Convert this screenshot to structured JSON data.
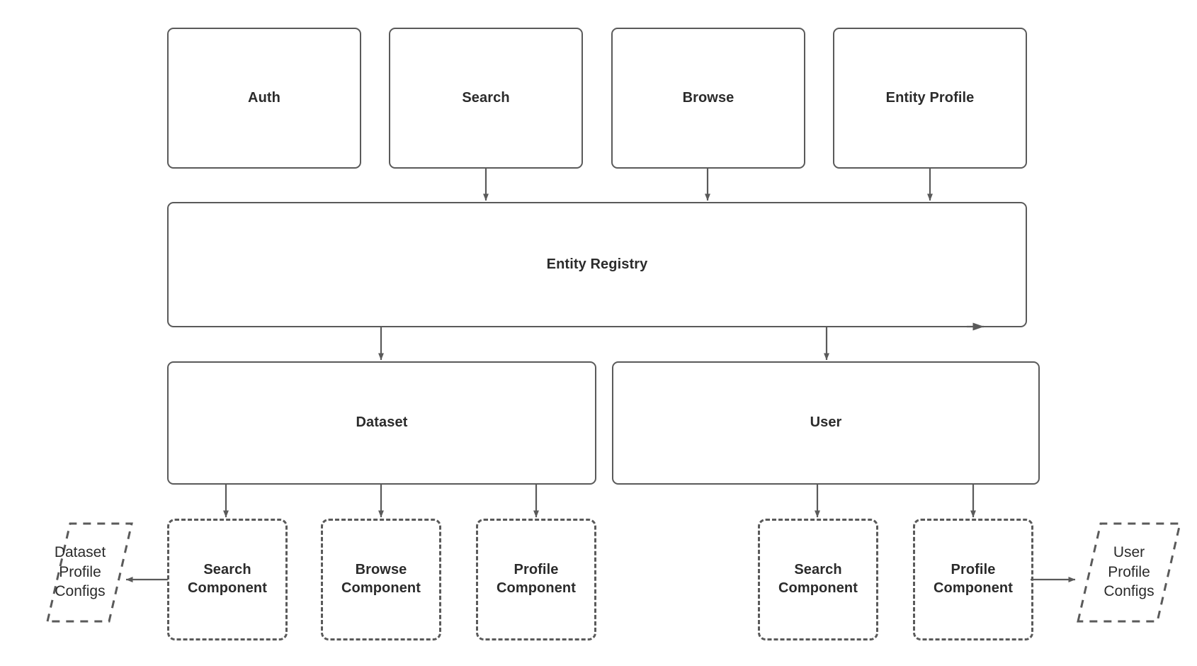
{
  "diagram": {
    "type": "architecture-flowchart",
    "background_color": "#ffffff",
    "stroke_color": "#5a5a5a",
    "text_color": "#2b2b2b",
    "top_row": [
      {
        "id": "auth",
        "label": "Auth"
      },
      {
        "id": "search",
        "label": "Search"
      },
      {
        "id": "browse",
        "label": "Browse"
      },
      {
        "id": "entity-profile",
        "label": "Entity Profile"
      }
    ],
    "registry": {
      "id": "entity-registry",
      "label": "Entity Registry"
    },
    "entities": [
      {
        "id": "dataset",
        "label": "Dataset"
      },
      {
        "id": "user",
        "label": "User"
      }
    ],
    "components": [
      {
        "id": "dataset-search-component",
        "line1": "Search",
        "line2": "Component",
        "parent": "Dataset"
      },
      {
        "id": "dataset-browse-component",
        "line1": "Browse",
        "line2": "Component",
        "parent": "Dataset"
      },
      {
        "id": "dataset-profile-component",
        "line1": "Profile",
        "line2": "Component",
        "parent": "Dataset"
      },
      {
        "id": "user-search-component",
        "line1": "Search",
        "line2": "Component",
        "parent": "User"
      },
      {
        "id": "user-profile-component",
        "line1": "Profile",
        "line2": "Component",
        "parent": "User"
      }
    ],
    "configs": [
      {
        "id": "dataset-profile-configs",
        "line1": "Dataset",
        "line2": "Profile",
        "line3": "Configs"
      },
      {
        "id": "user-profile-configs",
        "line1": "User",
        "line2": "Profile",
        "line3": "Configs"
      }
    ]
  }
}
